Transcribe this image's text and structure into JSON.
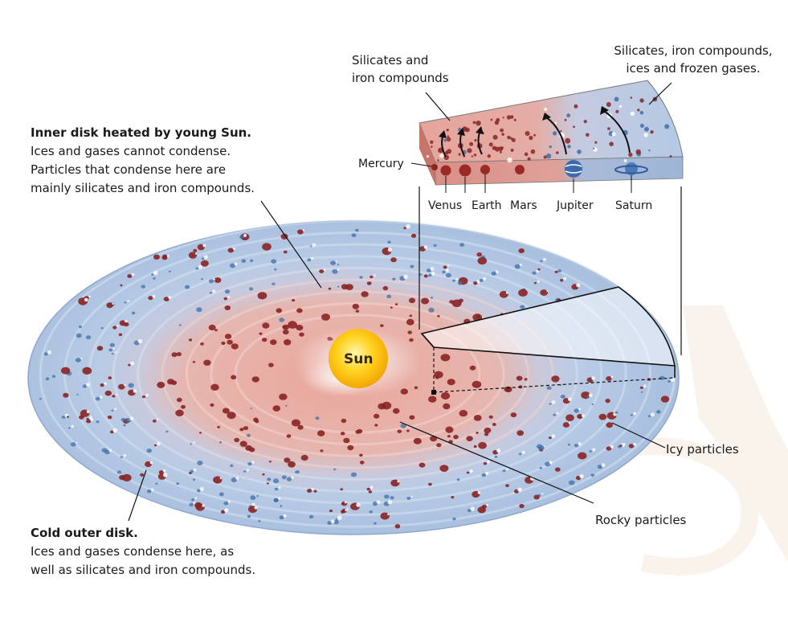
{
  "inner_disk": {
    "heading": "Inner disk heated by young Sun.",
    "lines": [
      "Ices and gases cannot condense.",
      "Particles that condense here are",
      "mainly silicates and iron compounds."
    ]
  },
  "outer_disk": {
    "heading": "Cold outer disk.",
    "lines": [
      "Ices and gases condense here, as",
      "well as silicates and iron compounds."
    ]
  },
  "sun_label": "Sun",
  "inset_labels": {
    "silicates_iron_lines": [
      "Silicates and",
      "iron compounds"
    ],
    "silicates_ices_lines": [
      "Silicates, iron compounds,",
      "ices and frozen gases."
    ],
    "mercury": "Mercury"
  },
  "planets": [
    "Venus",
    "Earth",
    "Mars",
    "Jupiter",
    "Saturn"
  ],
  "particle_labels": {
    "icy": "Icy particles",
    "rocky": "Rocky particles"
  },
  "colors": {
    "icy_blue": "#b9cde6",
    "warm_red": "#e7b3ab",
    "rock": "#8a2424",
    "ice_particle": "#3d6fa8",
    "sun": "#ffd21f"
  }
}
